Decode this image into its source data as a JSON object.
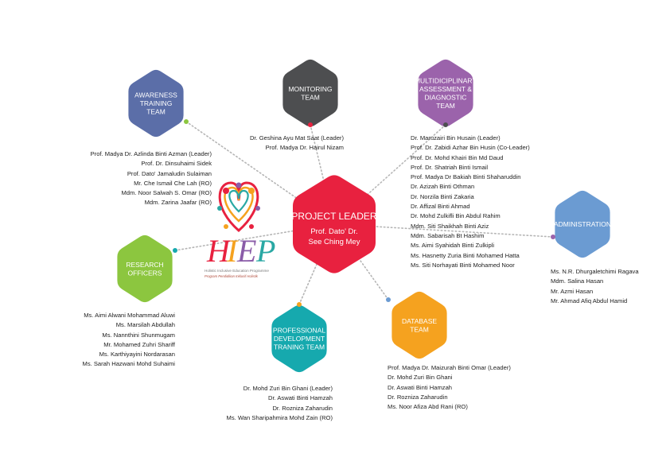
{
  "center": {
    "title": "PROJECT LEADER",
    "subtitle_line1": "Prof. Dato' Dr.",
    "subtitle_line2": "See Ching Mey",
    "color": "#e8213f"
  },
  "logo": {
    "letters": [
      "H",
      "I",
      "E",
      "P"
    ],
    "caption_line1": "Holistic Inclusive Education Programme",
    "caption_line2": "Program Pendidikan Inklusif Holistik",
    "colors": [
      "#e8213f",
      "#f5a21f",
      "#2aa8a4",
      "#8a5ca8"
    ]
  },
  "teams": [
    {
      "id": "awareness",
      "label_lines": [
        "AWARENESS",
        "TRAINING",
        "TEAM"
      ],
      "color": "#5b6ea8",
      "dot_color": "#8cc63f",
      "members": [
        "Prof. Madya Dr. Azlinda Binti Azman (Leader)",
        "Prof. Dr. Dinsuhaimi Sidek",
        "Prof. Dato' Jamaludin Sulaiman",
        "Mr. Che Ismail Che Lah (RO)",
        "Mdm. Noor Salwah S. Omar (RO)",
        "Mdm. Zarina Jaafar (RO)"
      ]
    },
    {
      "id": "monitoring",
      "label_lines": [
        "MONITORING",
        "TEAM"
      ],
      "color": "#4d4e50",
      "dot_color": "#e8213f",
      "members": [
        "Dr. Geshina Ayu Mat Saat (Leader)",
        "Prof. Madya Dr. Hairul Nizam"
      ]
    },
    {
      "id": "multidisciplinary",
      "label_lines": [
        "MULTIDICIPLINARY",
        "ASSESSMENT &",
        "DIAGNOSTIC",
        "TEAM"
      ],
      "color": "#9b63ab",
      "dot_color": "#4d4e50",
      "members": [
        "Dr. Maruzairi Bin Husain (Leader)",
        "Prof. Dr. Zabidi Azhar Bin Husin (Co-Leader)",
        "Prof. Dr. Mohd Khairi Bin Md Daud",
        "Prof. Dr. Shatriah Binti Ismail",
        "Prof. Madya Dr Bakiah Binti Shaharuddin",
        "Dr. Azizah Binti Othman",
        "Dr. Norzila Binti Zakaria",
        "Dr. Affizal Binti Ahmad",
        "Dr. Mohd Zulkifli Bin Abdul Rahim",
        "Mdm. Siti Shaikhah Binti Aziz",
        "Mdm. Sabarisah Bt Hashim",
        "Ms. Aimi Syahidah Binti Zulkipli",
        "Ms. Hasnetty Zuria Binti Mohamed Hatta",
        "Ms. Siti Norhayati Binti Mohamed Noor"
      ]
    },
    {
      "id": "administration",
      "label_lines": [
        "ADMINISTRATION"
      ],
      "color": "#6b9bd2",
      "dot_color": "#9b63ab",
      "members": [
        "Ms. N.R. Dhurgaletchimi Ragava",
        "Mdm. Salina Hasan",
        "Mr. Azmi Hasan",
        "Mr. Ahmad Afiq Abdul Hamid"
      ]
    },
    {
      "id": "database",
      "label_lines": [
        "DATABASE",
        "TEAM"
      ],
      "color": "#f5a21f",
      "dot_color": "#6b9bd2",
      "members": [
        "Prof. Madya Dr. Maizurah Binti Omar (Leader)",
        "Dr. Mohd Zuri Bin Ghani",
        "Dr. Aswati Binti Hamzah",
        "Dr. Rozniza Zaharudin",
        "Ms. Noor Afiza Abd Rani (RO)"
      ]
    },
    {
      "id": "professional",
      "label_lines": [
        "PROFESSIONAL",
        "DEVELOPMENT",
        "TRANING TEAM"
      ],
      "color": "#16a9ae",
      "dot_color": "#f5a21f",
      "members": [
        "Dr. Mohd Zuri Bin Ghani (Leader)",
        "Dr. Aswati Binti Hamzah",
        "Dr. Rozniza Zaharudin",
        "Ms. Wan Sharipahmira Mohd Zain (RO)"
      ]
    },
    {
      "id": "research",
      "label_lines": [
        "RESEARCH",
        "OFFICERS"
      ],
      "color": "#8cc63f",
      "dot_color": "#16a9ae",
      "members": [
        "Ms. Aimi Alwani Mohammad Aluwi",
        "Ms. Marsilah Abdullah",
        "Ms. Nannthini Shunmugam",
        "Mr. Mohamed Zuhri Shariff",
        "Ms. Karthiyayini Nordarasan",
        "Ms. Sarah Hazwani Mohd Suhaimi"
      ]
    }
  ],
  "connector_color": "#b5b5b5"
}
